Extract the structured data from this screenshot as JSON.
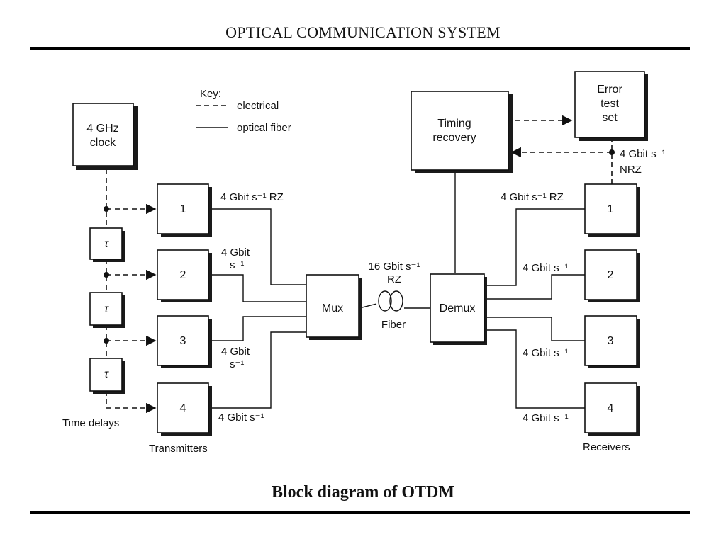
{
  "page": {
    "title": "OPTICAL COMMUNICATION SYSTEM",
    "caption": "Block diagram of OTDM"
  },
  "diagram": {
    "key": {
      "heading": "Key:",
      "electrical": "electrical",
      "optical": "optical fiber"
    },
    "clock": {
      "line1": "4 GHz",
      "line2": "clock"
    },
    "delay_symbol": "τ",
    "time_delays_label": "Time delays",
    "transmitters_label": "Transmitters",
    "receivers_label": "Receivers",
    "transmitters": [
      "1",
      "2",
      "3",
      "4"
    ],
    "receivers": [
      "1",
      "2",
      "3",
      "4"
    ],
    "tx_rate_1": "4 Gbit s⁻¹ RZ",
    "tx_rate_2a": "4 Gbit",
    "tx_rate_2b": "s⁻¹",
    "tx_rate_3a": "4 Gbit",
    "tx_rate_3b": "s⁻¹",
    "tx_rate_4": "4 Gbit s⁻¹",
    "mux": "Mux",
    "demux": "Demux",
    "fiber_rate": "16 Gbit s⁻¹",
    "fiber_format": "RZ",
    "fiber_label": "Fiber",
    "timing": {
      "line1": "Timing",
      "line2": "recovery"
    },
    "error_set": {
      "line1": "Error",
      "line2": "test",
      "line3": "set"
    },
    "nrz_rate": "4 Gbit s⁻¹",
    "nrz_format": "NRZ",
    "rx_rate_1": "4 Gbit s⁻¹ RZ",
    "rx_rate_2": "4 Gbit s⁻¹",
    "rx_rate_3": "4 Gbit s⁻¹",
    "rx_rate_4": "4 Gbit s⁻¹"
  }
}
